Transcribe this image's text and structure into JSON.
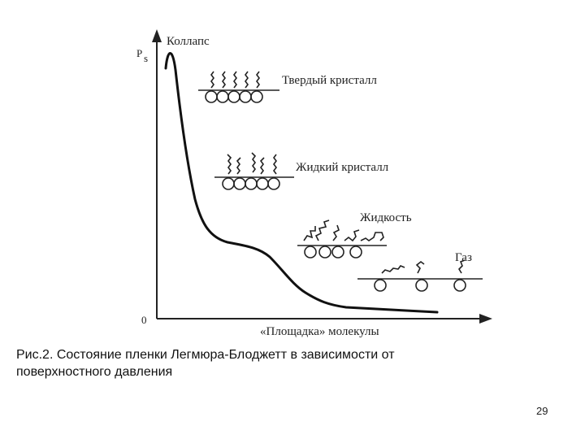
{
  "diagram": {
    "y_axis_label": "P",
    "y_axis_sub": "s",
    "origin_label": "0",
    "x_axis_label": "«Площадка» молекулы",
    "states": [
      {
        "id": "collapse",
        "label": "Коллапс"
      },
      {
        "id": "solid",
        "label": "Твердый кристалл"
      },
      {
        "id": "liquid_crystal",
        "label": "Жидкий кристалл"
      },
      {
        "id": "liquid",
        "label": "Жидкость"
      },
      {
        "id": "gas",
        "label": "Газ"
      }
    ]
  },
  "caption": {
    "line1": "Рис.2. Состояние пленки Легмюра-Блоджетт в зависимости от",
    "line2": "поверхностного давления"
  },
  "page_number": "29"
}
